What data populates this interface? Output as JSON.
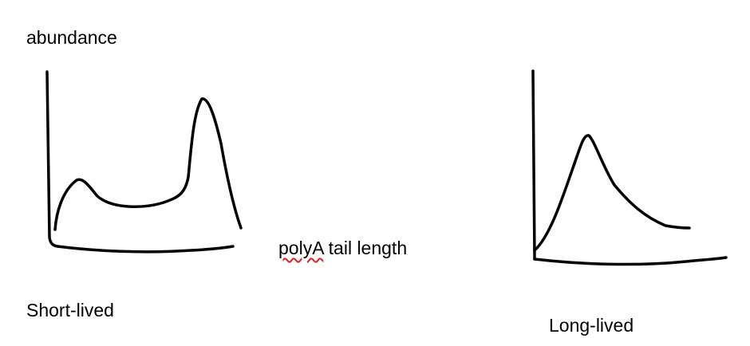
{
  "labels": {
    "y_axis": "abundance",
    "x_axis_prefix": "polyA",
    "x_axis_rest": " tail length",
    "left_panel": "Short-lived",
    "right_panel": "Long-lived"
  },
  "annotations": {
    "spellcheck_underline_color": "#e02020"
  }
}
